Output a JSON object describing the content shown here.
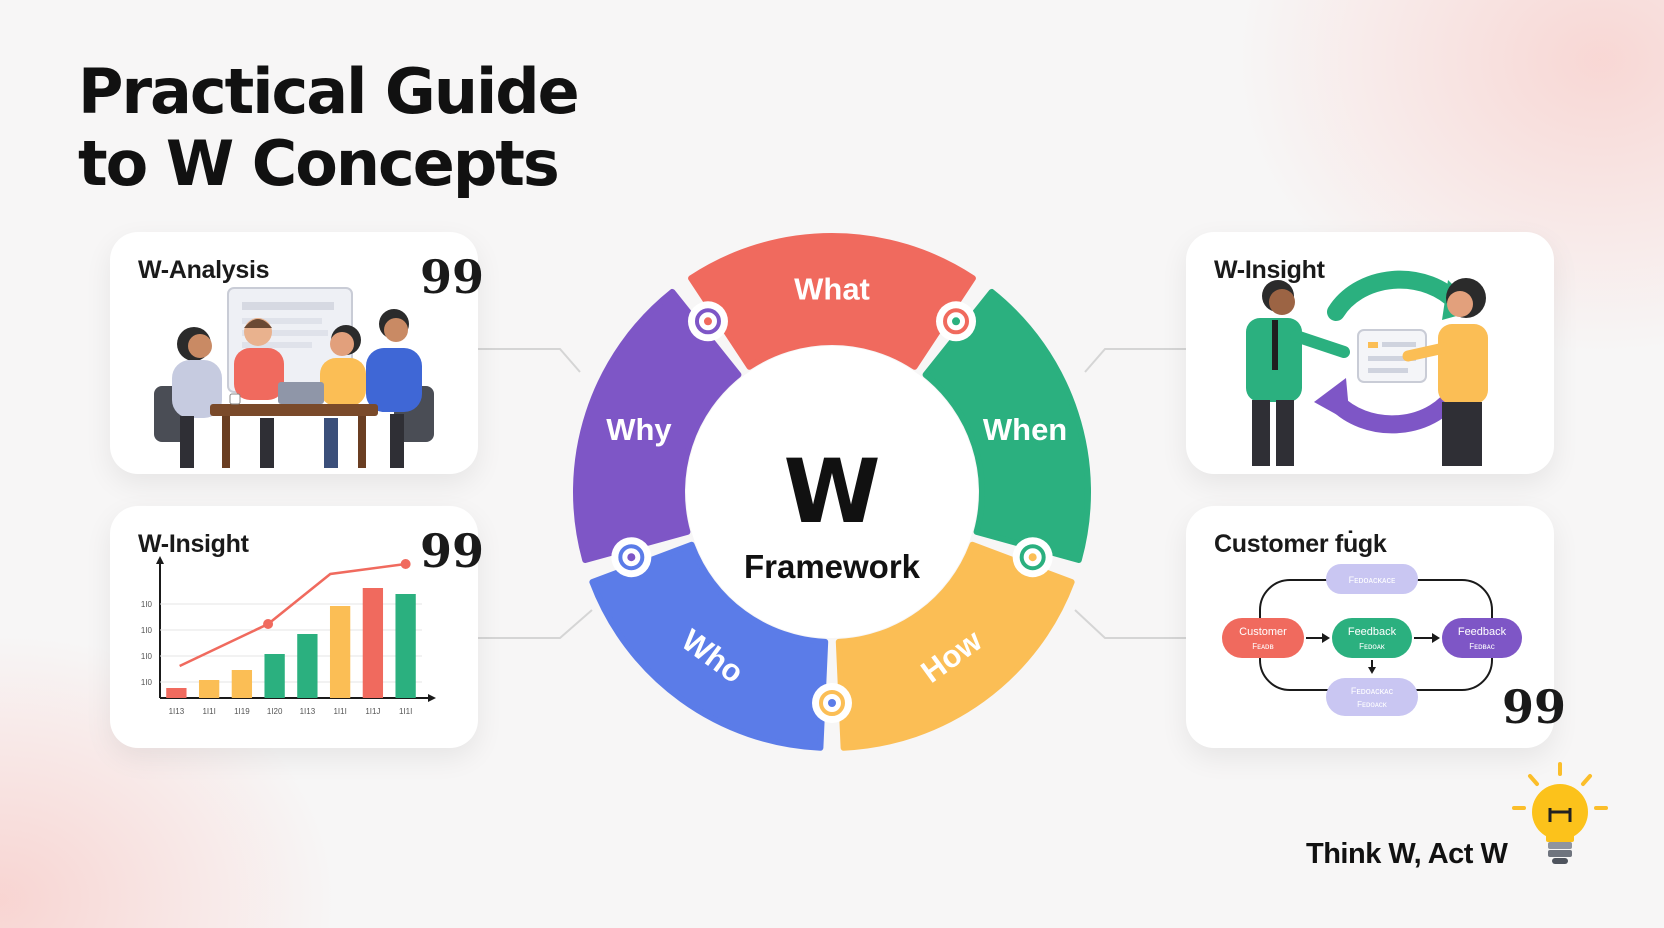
{
  "title": {
    "line1": "Practical Guide",
    "line2": "to W Concepts"
  },
  "center": {
    "letter": "W",
    "label": "Framework"
  },
  "segments": [
    {
      "label": "What",
      "color": "#f06a5e"
    },
    {
      "label": "When",
      "color": "#2bb07f"
    },
    {
      "label": "How",
      "color": "#fbbe55"
    },
    {
      "label": "Who",
      "color": "#5b7ce8"
    },
    {
      "label": "Why",
      "color": "#7e56c6"
    }
  ],
  "cards": {
    "top_left": {
      "title": "W-Analysis"
    },
    "bottom_left": {
      "title": "W-Insight",
      "chart": {
        "y_ticks": [
          "1I0",
          "1I0",
          "1I0",
          "1I0"
        ],
        "x_ticks": [
          "1I13",
          "1I1I",
          "1I19",
          "1I20",
          "1I13",
          "1I1I",
          "1I1J",
          "1I1I"
        ],
        "bar_values": [
          5,
          9,
          14,
          22,
          32,
          46,
          55,
          52
        ],
        "bar_colors": [
          "#f06a5e",
          "#fbbe55",
          "#fbbe55",
          "#2bb07f",
          "#2bb07f",
          "#fbbe55",
          "#f06a5e",
          "#2bb07f"
        ],
        "trend_values": [
          16,
          37,
          62,
          67
        ]
      }
    },
    "top_right": {
      "title": "W-Insight"
    },
    "bottom_right": {
      "title": "Customer fu̇gk",
      "flow": {
        "top": "Fᴇᴅᴏᴀᴄᴋᴀᴄᴇ",
        "left_1": "Customer",
        "left_2": "Fᴇᴀᴅʙ",
        "mid_1": "Feedback",
        "mid_2": "Fᴇᴅᴏᴀᴋ",
        "right_1": "Feedback",
        "right_2": "Fᴇᴅʙᴀᴄ",
        "bottom_1": "Fᴇᴅᴏᴀᴄᴋᴀᴄ",
        "bottom_2": "Fᴇᴅᴏᴀᴄᴋ"
      }
    }
  },
  "quote_mark": "99",
  "footer": "Think W, Act W"
}
